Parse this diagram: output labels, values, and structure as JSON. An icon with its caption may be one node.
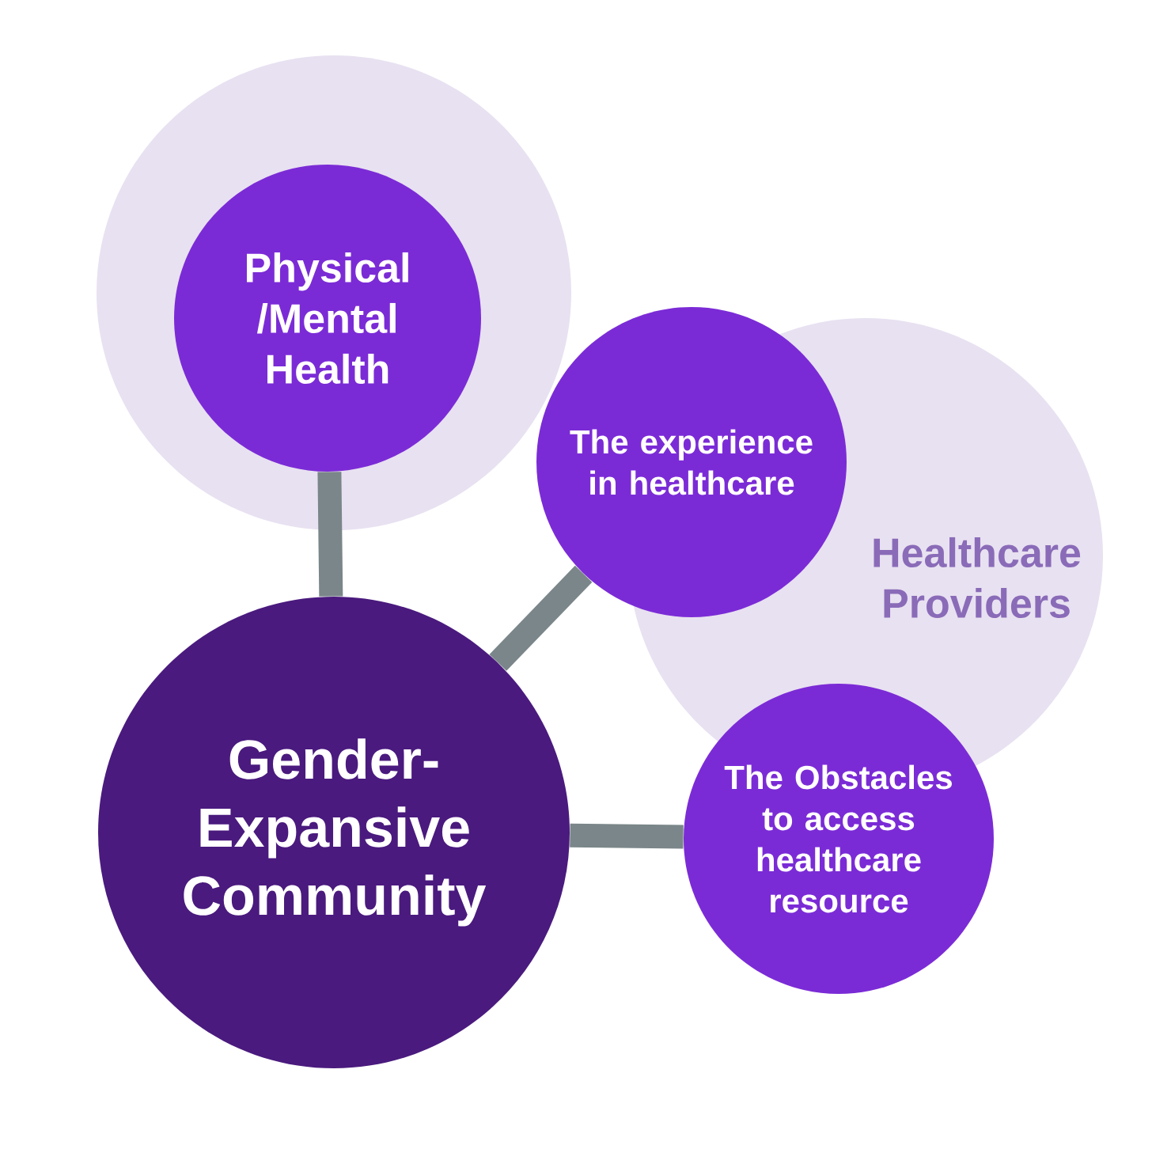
{
  "diagram": {
    "nodes": [
      {
        "text": [],
        "shape": "circle"
      },
      {
        "text": [
          "Physical /Mental Health"
        ],
        "in": 0
      },
      {
        "text": [
          "Healthcare Providers"
        ]
      },
      {
        "text": [
          "The experience in healthcare"
        ]
      },
      {
        "text": [
          "The Obstacles to access healthcare resource"
        ]
      },
      {
        "text": [
          "Gender-Expansive Community"
        ]
      }
    ],
    "edges": [
      {
        "from": 5,
        "to": 1,
        "arrow": "none"
      },
      {
        "from": 5,
        "to": 3,
        "arrow": "none"
      },
      {
        "from": 5,
        "to": 4,
        "arrow": "none"
      }
    ]
  }
}
